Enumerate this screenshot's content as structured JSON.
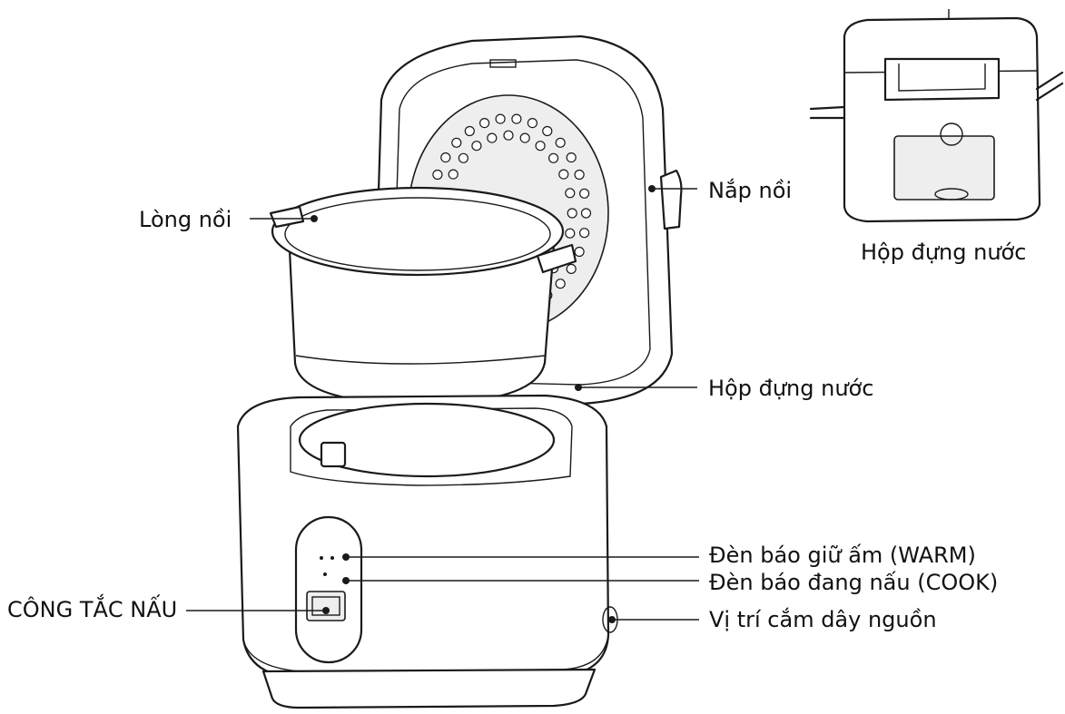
{
  "labels": {
    "inner_pot": "Lòng nồi",
    "lid": "Nắp nồi",
    "water_box_inset": "Hộp đựng nước",
    "water_box": "Hộp đựng nước",
    "warm_light": "Đèn báo giữ ấm (WARM)",
    "cook_light": "Đèn báo đang nấu (COOK)",
    "cook_switch": "CÔNG TẮC NẤU",
    "power_socket": "Vị trí cắm dây nguồn"
  },
  "colors": {
    "line": "#1a1a1a",
    "background": "#ffffff",
    "shade": "#eeeeee"
  }
}
